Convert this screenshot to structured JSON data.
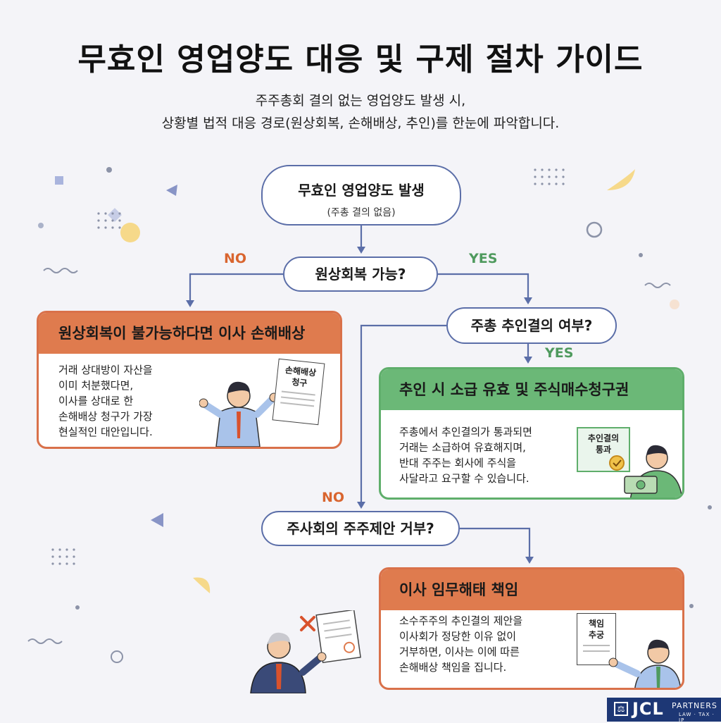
{
  "header": {
    "title": "무효인 영업양도 대응 및 구제 절차 가이드",
    "subtitle_line1": "주주총회 결의 없는 영업양도 발생 시,",
    "subtitle_line2": "상황별 법적 대응 경로(원상회복, 손해배상, 추인)를 한눈에 파악합니다."
  },
  "flow": {
    "start": {
      "label": "무효인 영업양도 발생",
      "sub": "(주총 결의 없음)"
    },
    "q1": "원상회복 가능?",
    "q2": "주총 추인결의 여부?",
    "q3": "주사회의 주주제안 거부?",
    "labels": {
      "no1": "NO",
      "yes1": "YES",
      "yes2": "YES",
      "no2": "NO"
    }
  },
  "cards": {
    "damages": {
      "title": "원상회복이 불가능하다면 이사 손해배상",
      "body": [
        "거래 상대방이 자산을",
        "이미 처분했다면,",
        "이사를 상대로 한",
        "손해배상 청구가 가장",
        "현실적인 대안입니다."
      ],
      "doc_label": [
        "손해배상",
        "청구"
      ]
    },
    "ratify": {
      "title": "추인 시 소급 유효 및 주식매수청구권",
      "body": [
        "주총에서 추인결의가 통과되면",
        "거래는 소급하여 유효해지며,",
        "반대 주주는 회사에 주식을",
        "사달라고 요구할 수 있습니다."
      ],
      "doc_label": [
        "추인결의",
        "통과"
      ]
    },
    "negligence": {
      "title": "이사 임무해태 책임",
      "body": [
        "소수주주의 추인결의 제안을",
        "이사회가 정당한 이유 없이",
        "거부하면, 이사는 이에 따른",
        "손해배상 책임을 집니다."
      ],
      "doc_label": [
        "책임",
        "추궁"
      ]
    }
  },
  "logo": {
    "name": "JCL",
    "partners": "PARTNERS",
    "tagline": "LAW · TAX · IP"
  },
  "colors": {
    "orange": "#df7b4e",
    "green": "#6bb877",
    "line": "#5b6ea8",
    "accent_yellow": "#f6d98a"
  },
  "icons": [
    "businessman-pointing-icon",
    "certificate-icon",
    "money-icon",
    "rejected-document-icon",
    "businessman-icon"
  ]
}
